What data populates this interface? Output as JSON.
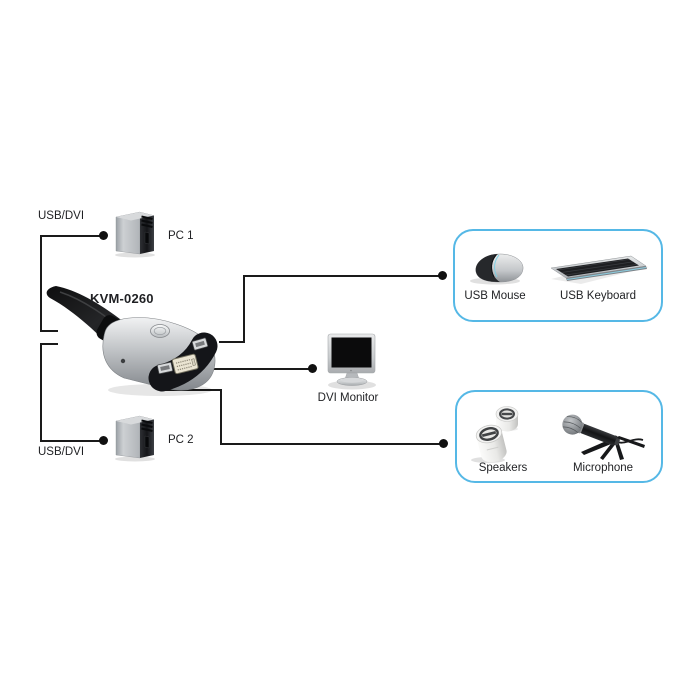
{
  "diagram": {
    "kind": "kvm-switch-connection-diagram",
    "kvm": {
      "model": "KVM-0260"
    },
    "computers": [
      {
        "name": "PC 1",
        "connection": "USB/DVI"
      },
      {
        "name": "PC 2",
        "connection": "USB/DVI"
      }
    ],
    "monitor": {
      "label": "DVI Monitor"
    },
    "peripheral_groups": [
      {
        "id": "console",
        "items": [
          {
            "label": "USB Mouse"
          },
          {
            "label": "USB Keyboard"
          }
        ]
      },
      {
        "id": "audio",
        "items": [
          {
            "label": "Speakers"
          },
          {
            "label": "Microphone"
          }
        ]
      }
    ],
    "connections": [
      "PC 1 — USB/DVI — KVM-0260",
      "PC 2 — USB/DVI — KVM-0260",
      "KVM-0260 — DVI Monitor",
      "KVM-0260 — USB Mouse / USB Keyboard",
      "KVM-0260 — Speakers / Microphone"
    ],
    "colors": {
      "background": "#ffffff",
      "connector_line": "#1a1a1a",
      "group_box_border": "#55b8e6",
      "label_text": "#1f2023"
    },
    "icons": {
      "pc1": "pc-tower-icon",
      "pc2": "pc-tower-icon",
      "kvm": "kvm-switch-icon",
      "monitor": "lcd-monitor-icon",
      "mouse": "mouse-icon",
      "keyboard": "keyboard-icon",
      "speakers": "speakers-icon",
      "microphone": "microphone-icon"
    }
  }
}
